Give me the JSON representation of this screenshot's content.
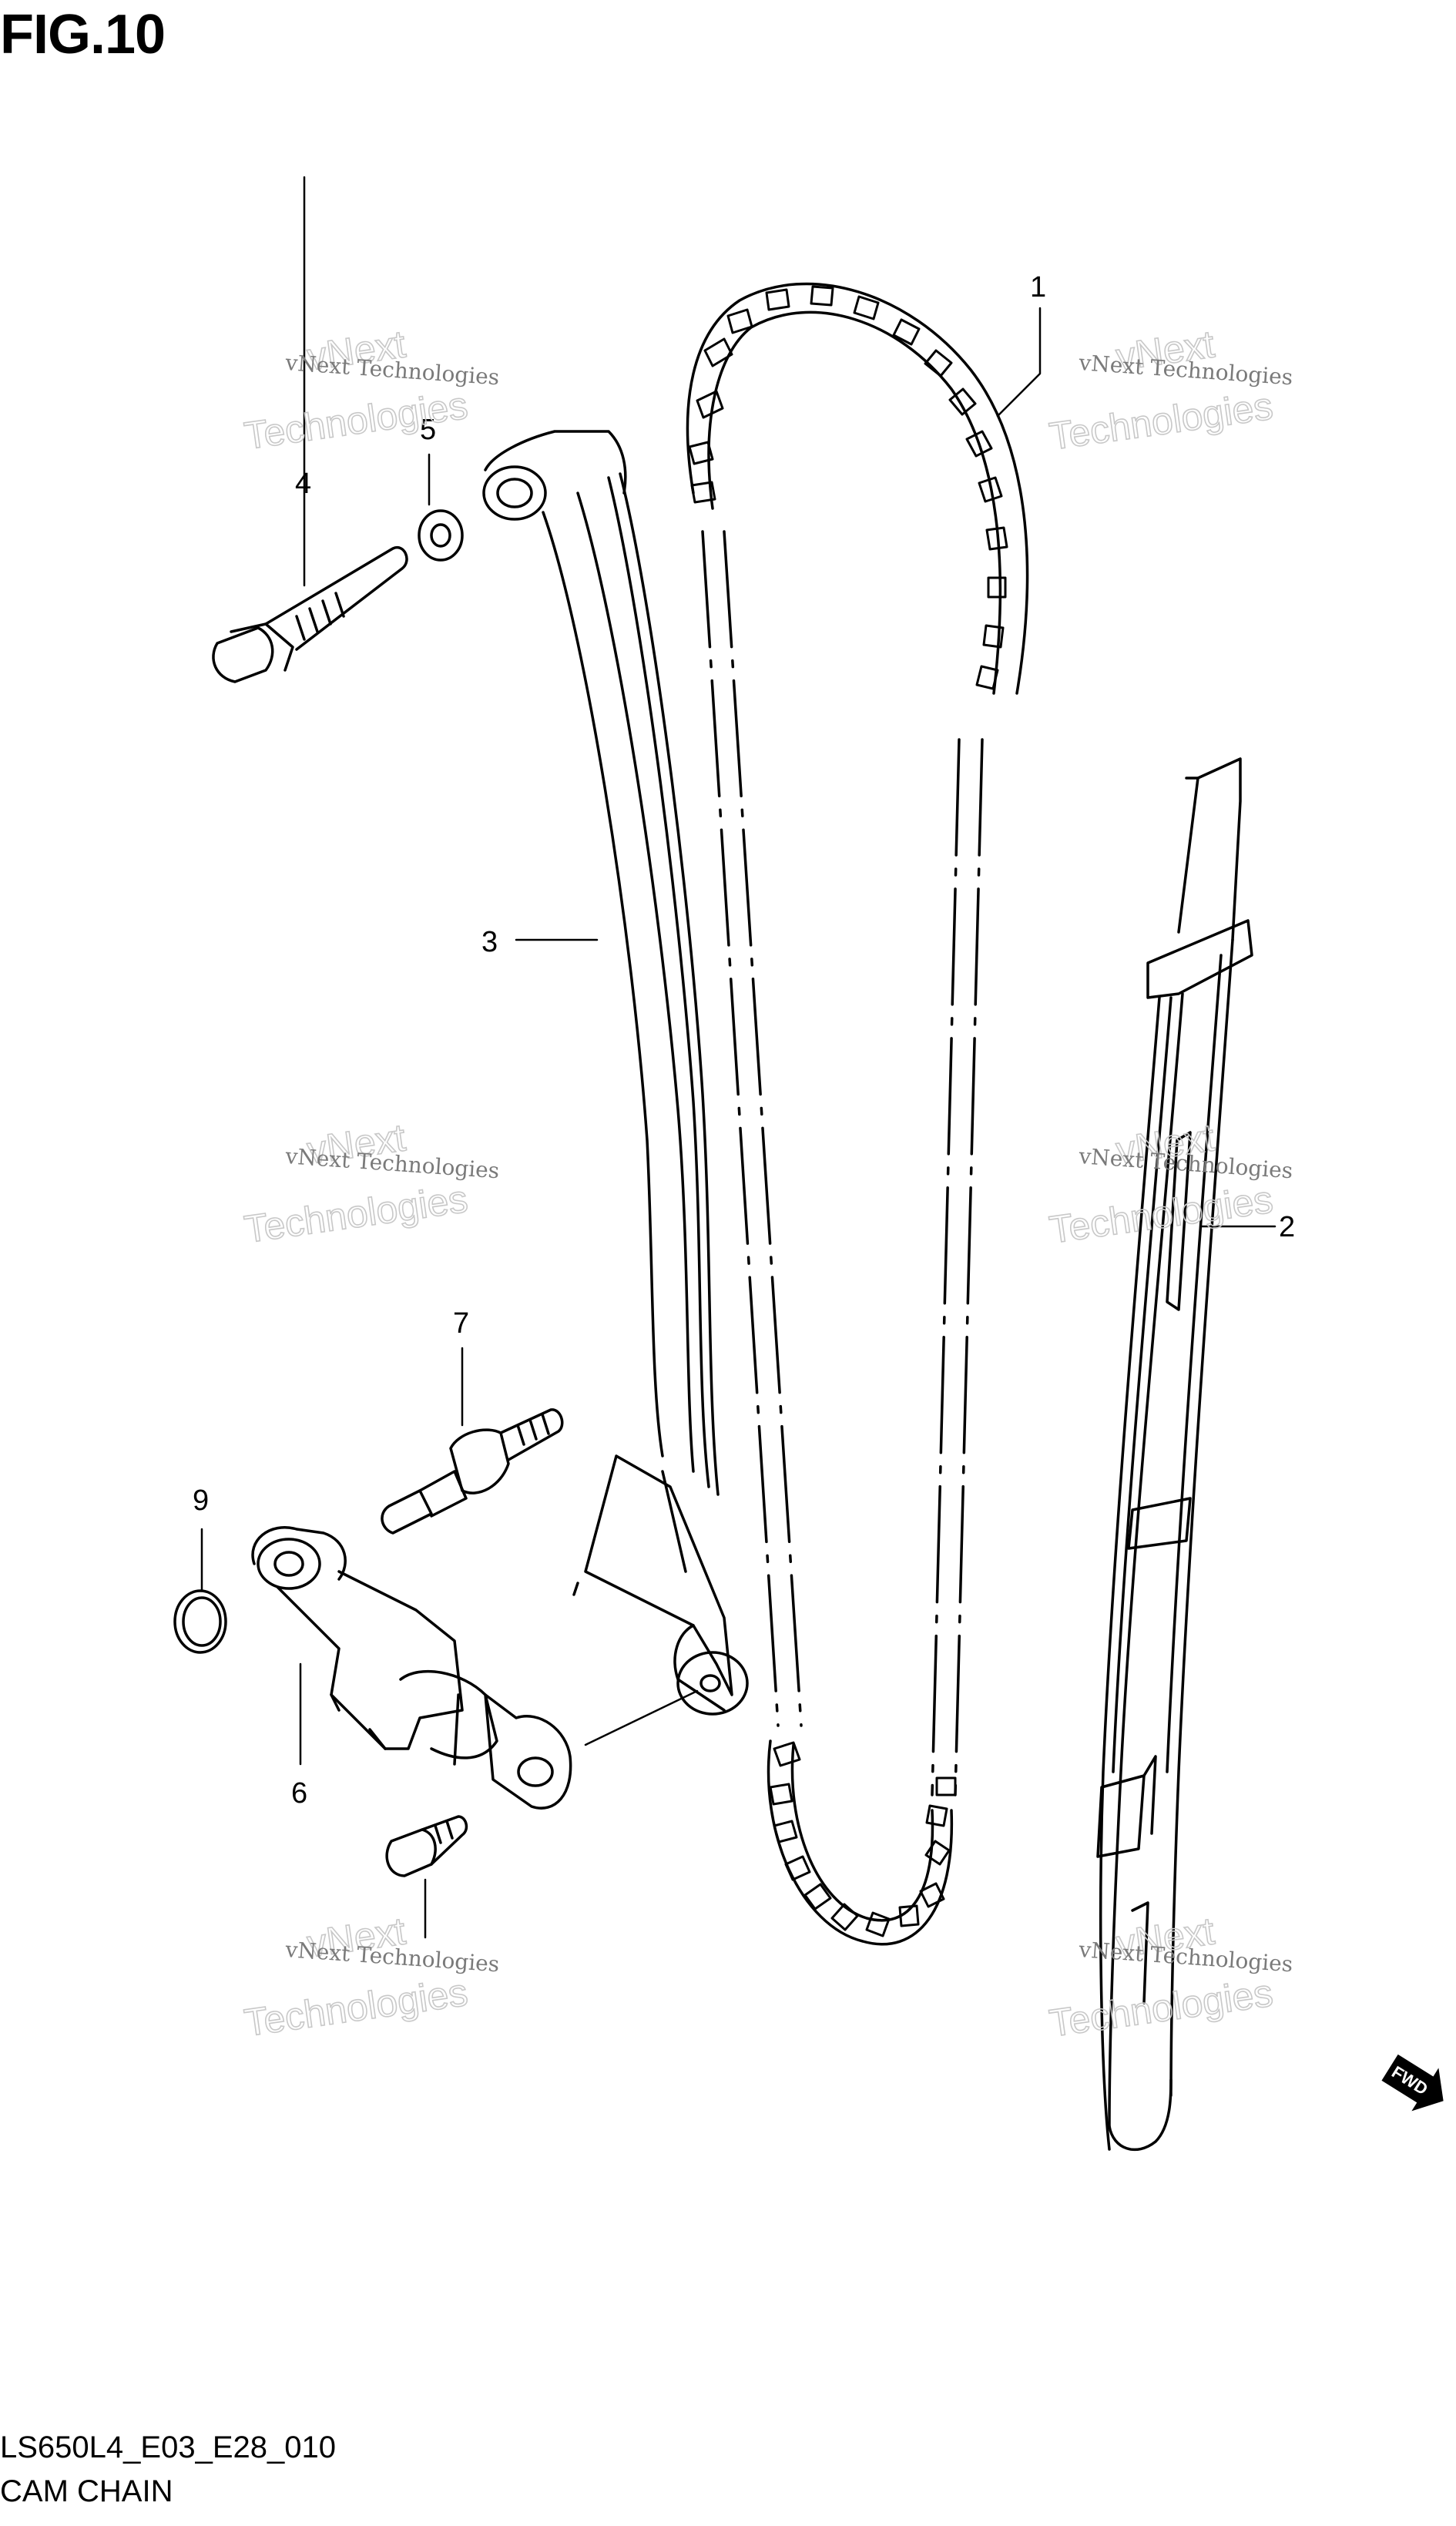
{
  "figure": {
    "title": "FIG.10"
  },
  "parts": [
    {
      "number": "1"
    },
    {
      "number": "2"
    },
    {
      "number": "3"
    },
    {
      "number": "4"
    },
    {
      "number": "5"
    },
    {
      "number": "6"
    },
    {
      "number": "7"
    },
    {
      "number": "9"
    }
  ],
  "watermark": {
    "text_small": "vNext Technologies",
    "text_big_1": "vNext",
    "text_big_2": "Technologies"
  },
  "fwd_badge": {
    "label": "FWD"
  },
  "footer": {
    "diagram_code": "LS650L4_E03_E28_010",
    "diagram_name": "CAM CHAIN"
  }
}
